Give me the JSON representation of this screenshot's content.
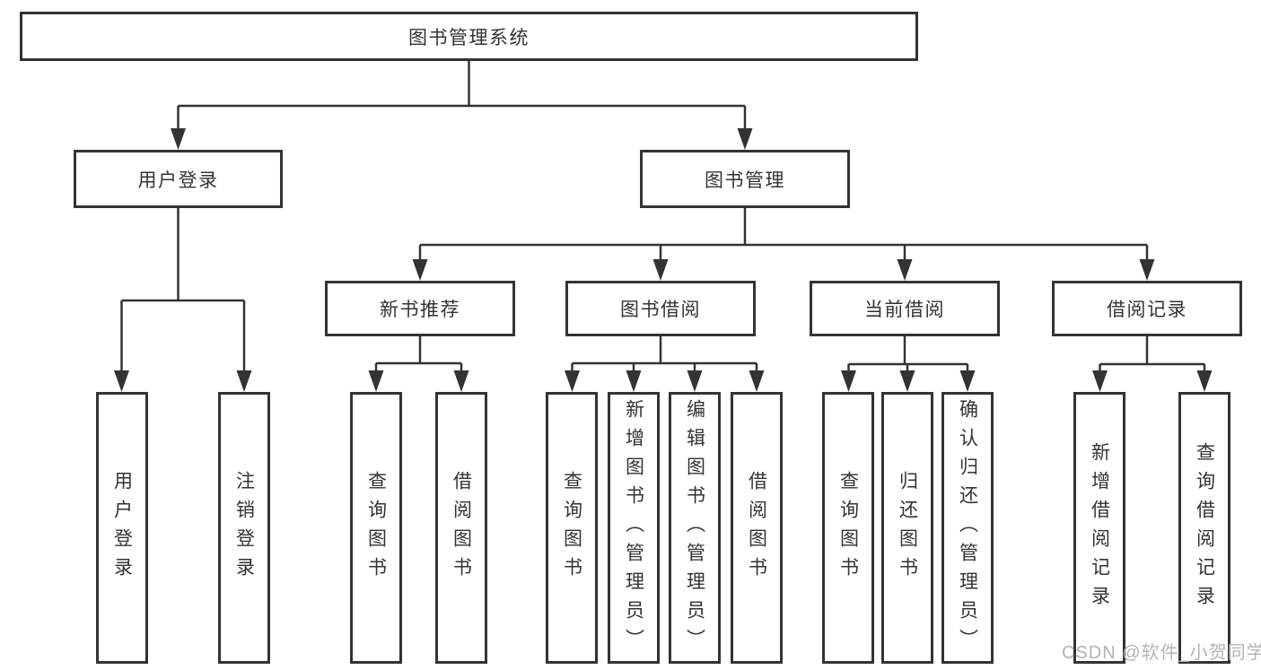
{
  "colors": {
    "line": "#333333",
    "box_border": "#333333",
    "text": "#333333",
    "watermark": "#b3b3b3",
    "background": "#ffffff"
  },
  "watermark": {
    "text": "CSDN @软件_小贺同学"
  },
  "nodes": {
    "root": {
      "label": "图书管理系统"
    },
    "level2": {
      "user_login": {
        "label": "用户登录"
      },
      "book_mgmt": {
        "label": "图书管理"
      }
    },
    "level3": {
      "new_book_rec": {
        "label": "新书推荐"
      },
      "book_borrow": {
        "label": "图书借阅"
      },
      "current_borrow": {
        "label": "当前借阅"
      },
      "borrow_records": {
        "label": "借阅记录"
      }
    },
    "leaves": {
      "user_login_leaf": {
        "label": "用户登录"
      },
      "logout": {
        "label": "注销登录"
      },
      "query_books_rec": {
        "label": "查询图书"
      },
      "borrow_books_rec": {
        "label": "借阅图书"
      },
      "query_books_borrow": {
        "label": "查询图书"
      },
      "add_books_admin": {
        "label": "新增图书（管理员）"
      },
      "edit_books_admin": {
        "label": "编辑图书（管理员）"
      },
      "borrow_books_borrow": {
        "label": "借阅图书"
      },
      "query_books_current": {
        "label": "查询图书"
      },
      "return_books": {
        "label": "归还图书"
      },
      "confirm_return_admin": {
        "label": "确认归还（管理员）"
      },
      "add_borrow_record": {
        "label": "新增借阅记录"
      },
      "query_borrow_record": {
        "label": "查询借阅记录"
      }
    }
  }
}
